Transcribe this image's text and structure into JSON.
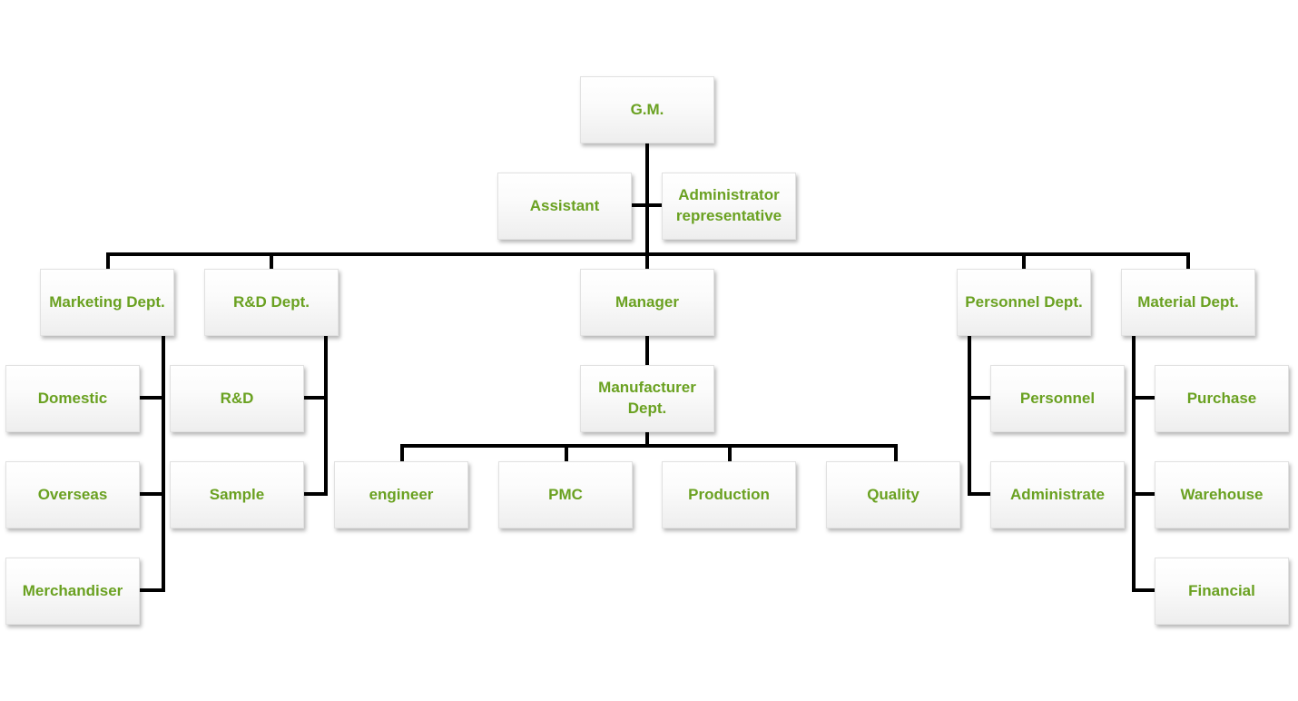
{
  "org": {
    "gm": "G.M.",
    "assistant": "Assistant",
    "admin_rep": [
      "Administrator",
      "representative"
    ],
    "marketing": "Marketing Dept.",
    "rnd": "R&D Dept.",
    "manager": "Manager",
    "personnel_dept": "Personnel Dept.",
    "material_dept": "Material Dept.",
    "domestic": "Domestic",
    "overseas": "Overseas",
    "merchandiser": "Merchandiser",
    "rnd_unit": "R&D",
    "sample": "Sample",
    "manufacturer": [
      "Manufacturer",
      "Dept."
    ],
    "engineer": "engineer",
    "pmc": "PMC",
    "production": "Production",
    "quality": "Quality",
    "personnel": "Personnel",
    "administrate": "Administrate",
    "purchase": "Purchase",
    "warehouse": "Warehouse",
    "financial": "Financial"
  },
  "colors": {
    "text": "#6aa121",
    "line": "#000000",
    "box_top": "#ffffff",
    "box_bottom": "#eeeeee"
  }
}
